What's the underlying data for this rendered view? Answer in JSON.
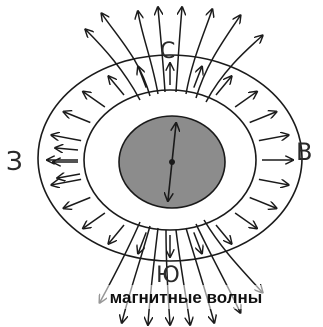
{
  "labels": {
    "north": "С",
    "south": "Ю",
    "west": "З",
    "east": "В",
    "caption": "магнитные волны"
  },
  "colors": {
    "ink": "#1a1a1a",
    "core_fill": "#8c8c8c",
    "background": "#ffffff"
  }
}
